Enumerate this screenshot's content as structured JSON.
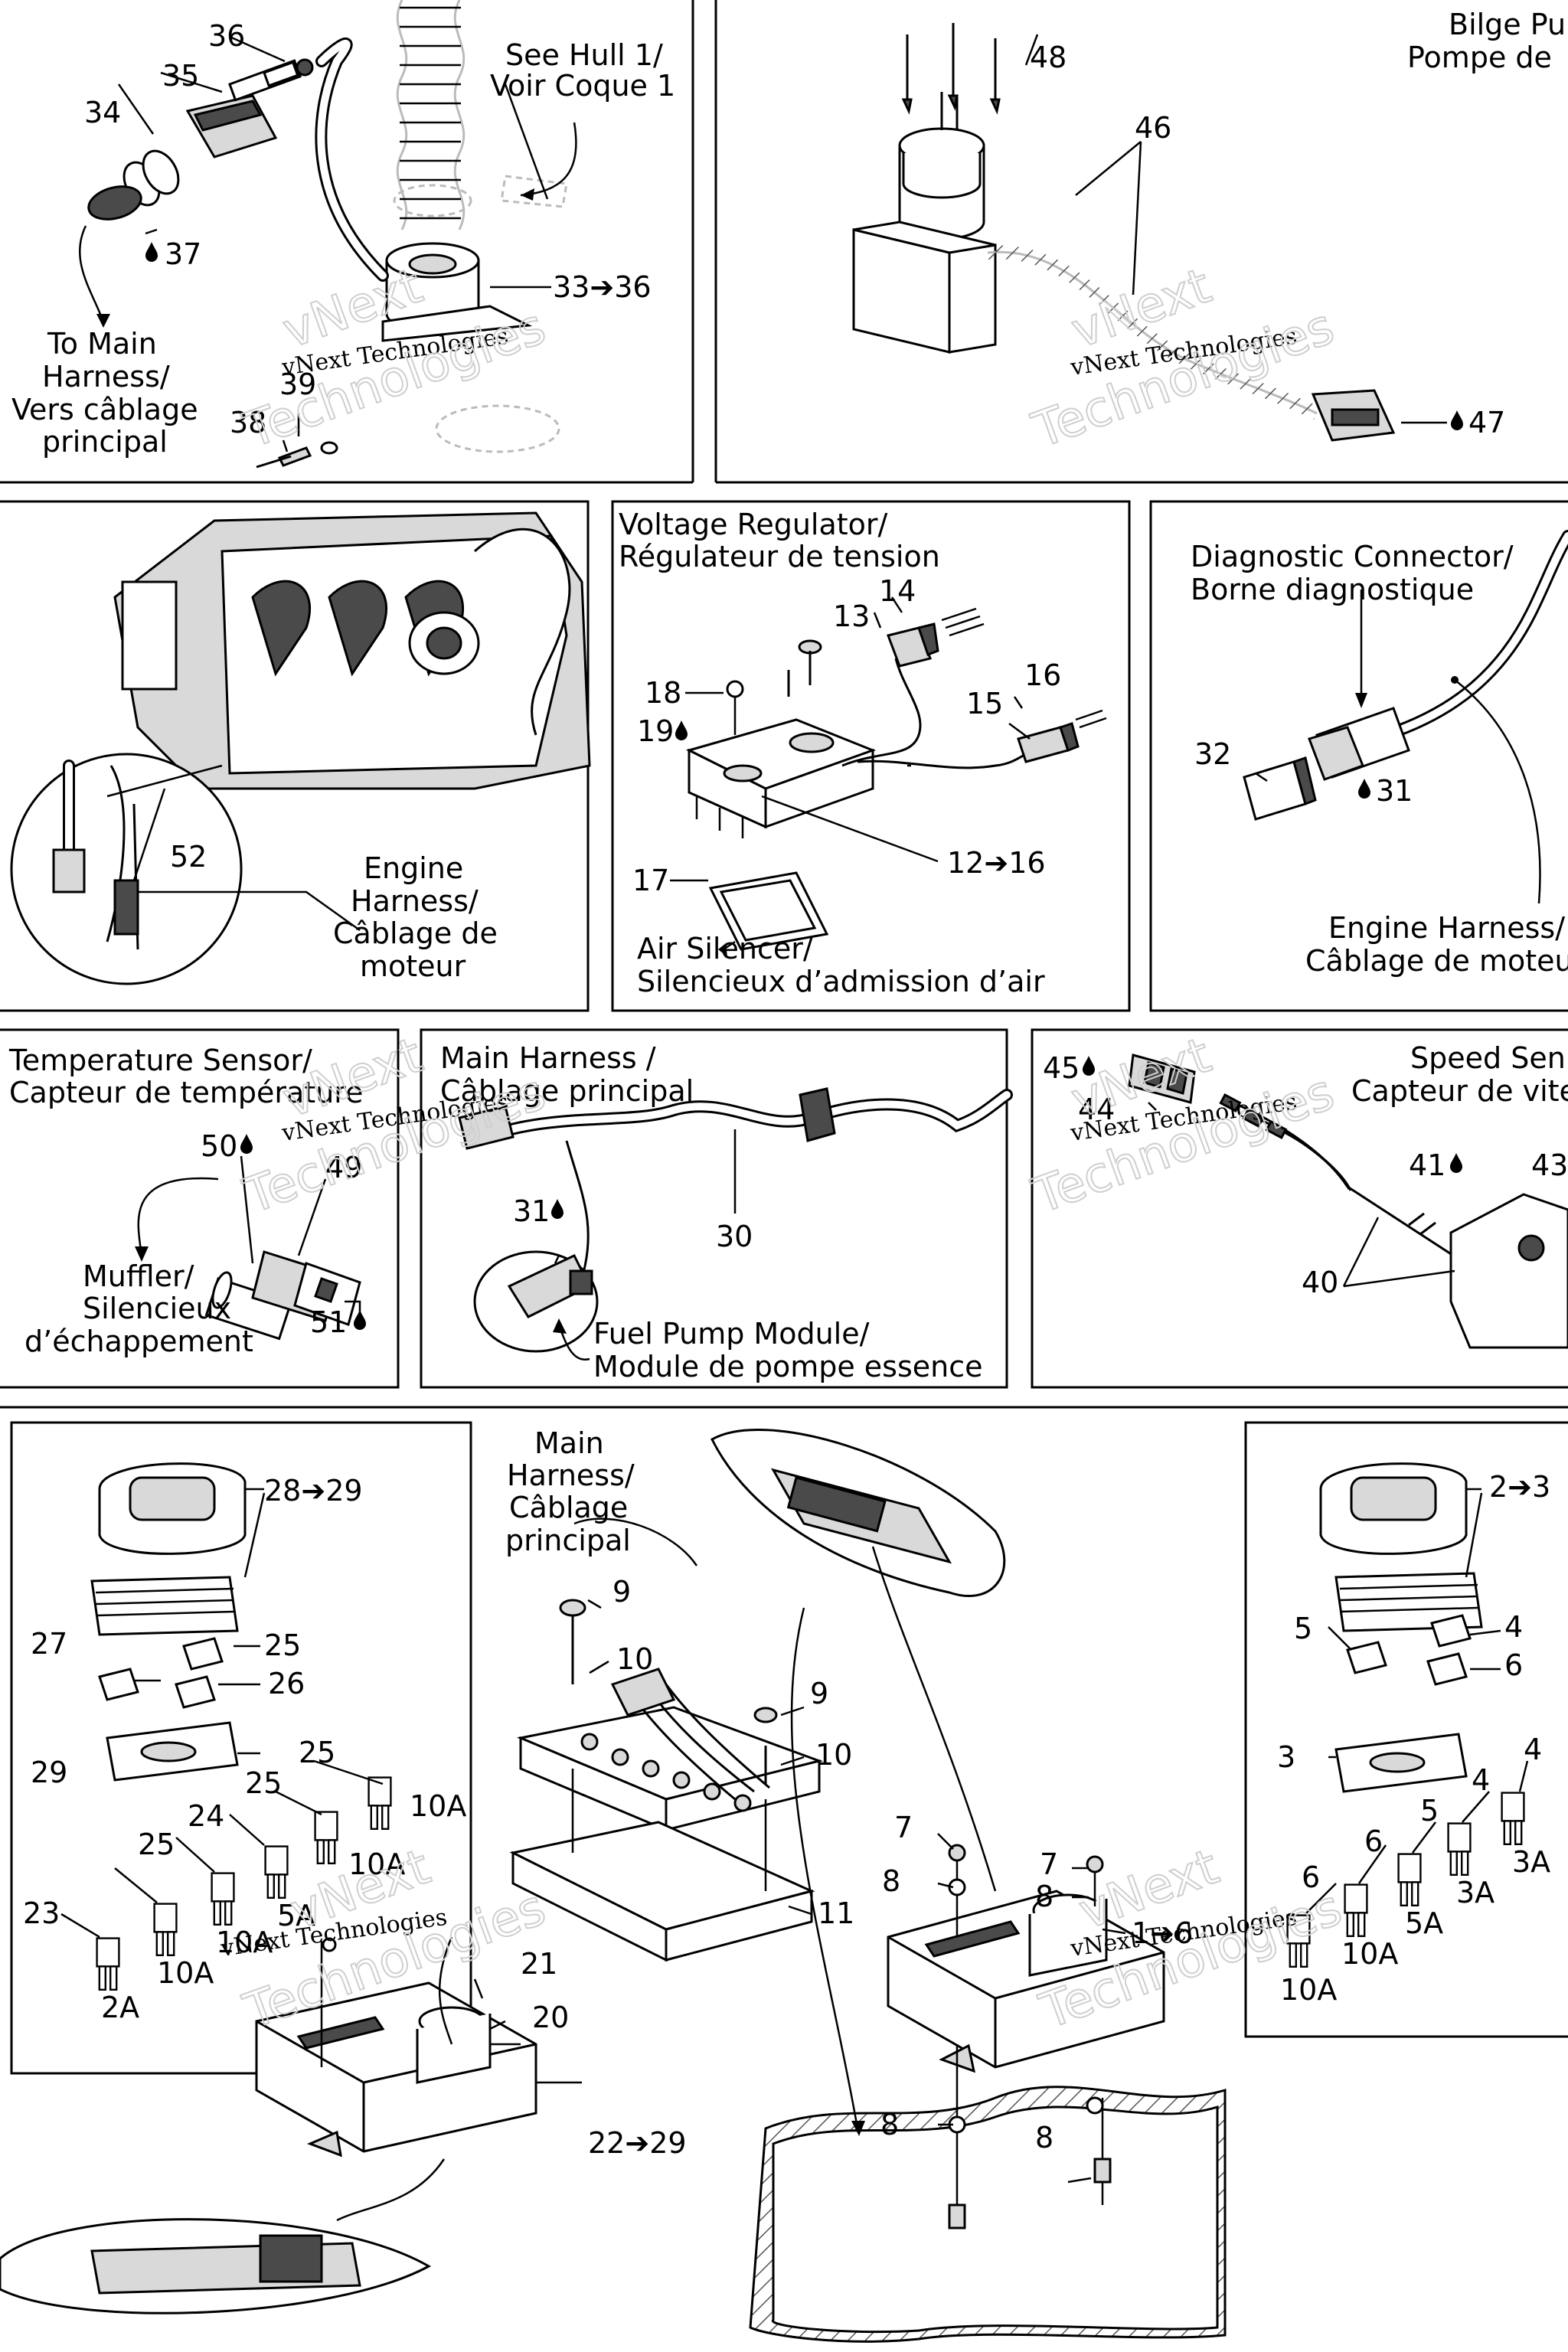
{
  "watermark": {
    "line1": "vNext Technologies",
    "line2": "vNext",
    "line3": "Technologies"
  },
  "panels": {
    "hull": {
      "see_line1": "See Hull 1/",
      "see_line2": "Voir Coque 1",
      "to_main_1": "To Main",
      "to_main_2": "Harness/",
      "to_main_3": "Vers câblage",
      "to_main_4": "principal",
      "refs": [
        "36",
        "35",
        "34",
        "37",
        "33➔36",
        "39",
        "38"
      ]
    },
    "bilge": {
      "title1": "Bilge Pu",
      "title2": "Pompe de",
      "refs": [
        "48",
        "46",
        "47"
      ]
    },
    "engine": {
      "label1": "Engine",
      "label2": "Harness/",
      "label3": "Câblage de",
      "label4": "moteur",
      "ref": "52"
    },
    "voltage": {
      "title1": "Voltage Regulator/",
      "title2": "Régulateur de tension",
      "air1": "Air Silencer/",
      "air2": "Silencieux d’admission d’air",
      "refs": [
        "14",
        "13",
        "16",
        "18",
        "15",
        "19",
        "12➔16",
        "17"
      ]
    },
    "diagnostic": {
      "title1": "Diagnostic Connector/",
      "title2": "Borne diagnostique",
      "eng1": "Engine Harness/",
      "eng2": "Câblage de moteu",
      "refs": [
        "32",
        "31"
      ]
    },
    "temperature": {
      "title1": "Temperature Sensor/",
      "title2": "Capteur de température",
      "muff1": "Muffler/",
      "muff2": "Silencieux",
      "muff3": "d’échappement",
      "refs": [
        "50",
        "49",
        "51"
      ]
    },
    "mainharness": {
      "title1": "Main Harness /",
      "title2": "Câblage principal",
      "fuel1": "Fuel Pump Module/",
      "fuel2": "Module de pompe essence",
      "refs": [
        "31",
        "30"
      ]
    },
    "speed": {
      "title1": "Speed Sen",
      "title2": "Capteur de vite",
      "refs": [
        "45",
        "44",
        "41",
        "43",
        "40"
      ]
    },
    "fuseleft": {
      "refs": [
        "28➔29",
        "27",
        "25",
        "26",
        "29",
        "25",
        "10A",
        "25",
        "24",
        "10A",
        "25",
        "5A",
        "23",
        "10A",
        "10A",
        "2A",
        "21",
        "20",
        "22➔29"
      ]
    },
    "center": {
      "label1": "Main",
      "label2": "Harness/",
      "label3": "Câblage",
      "label4": "principal",
      "refs": [
        "9",
        "10",
        "9",
        "10",
        "11",
        "7",
        "8",
        "7",
        "8",
        "1➔6",
        "8",
        "8"
      ]
    },
    "fuseright": {
      "refs": [
        "2➔3",
        "5",
        "4",
        "6",
        "3",
        "4",
        "4",
        "5",
        "6",
        "3A",
        "3A",
        "5A",
        "6",
        "10A",
        "10A"
      ]
    }
  }
}
